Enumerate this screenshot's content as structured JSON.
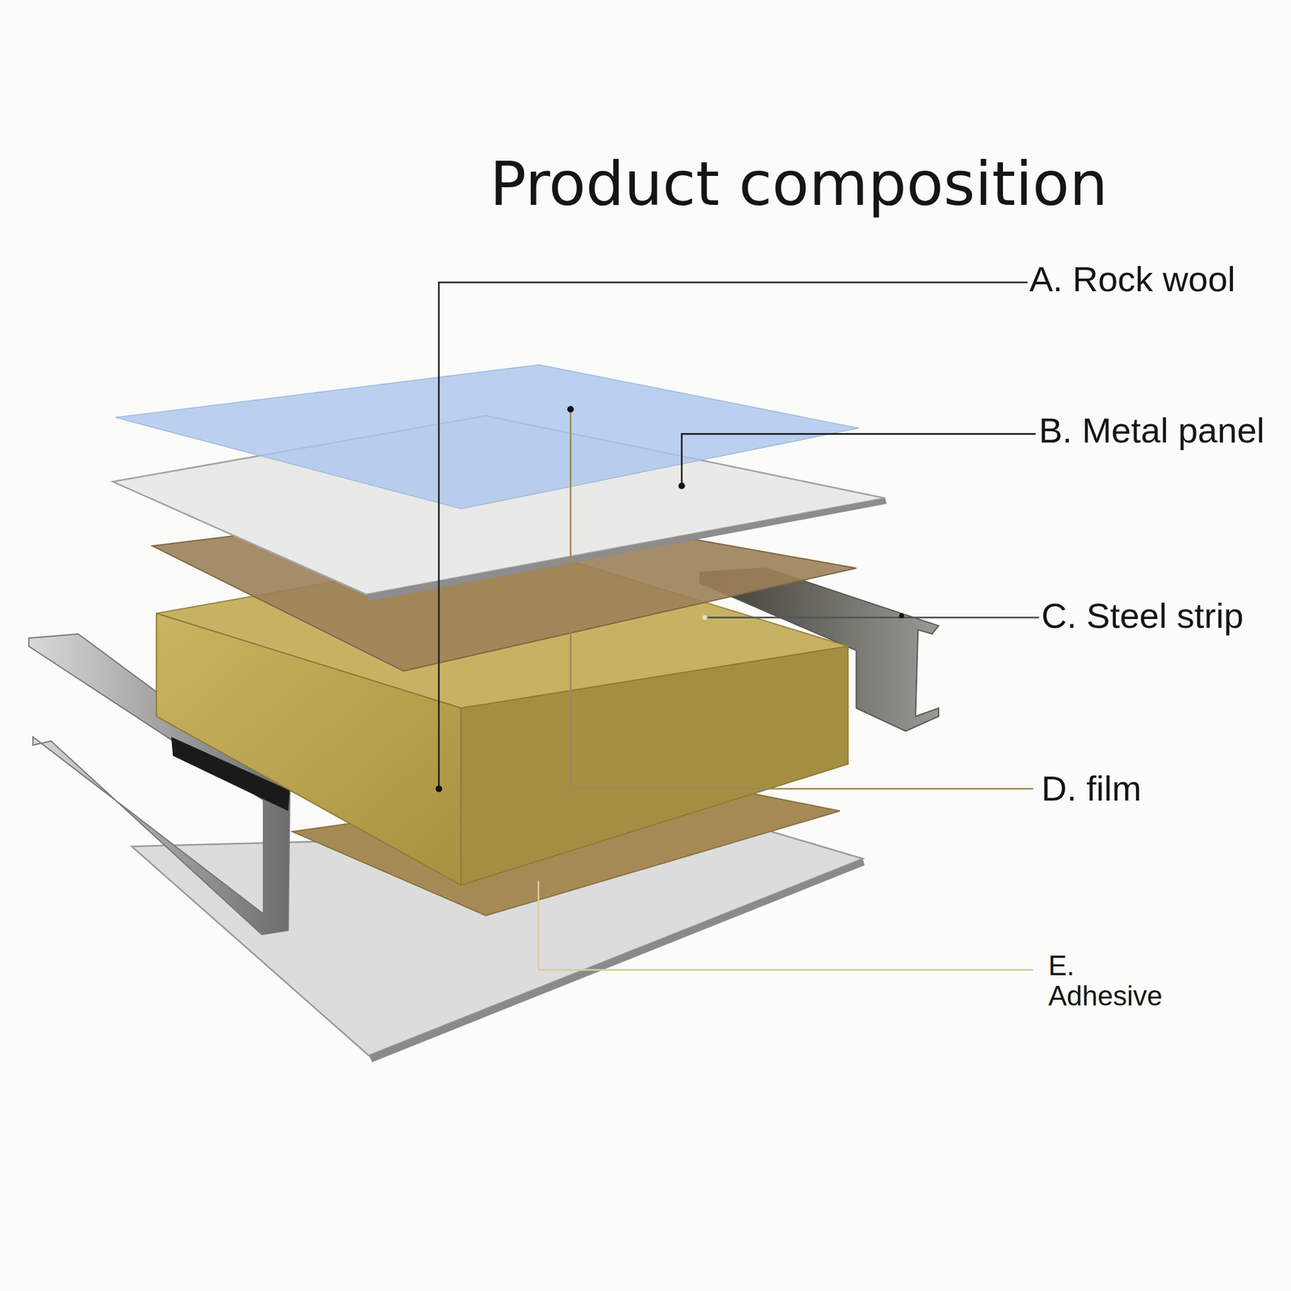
{
  "diagram": {
    "title": "Product composition",
    "labels": [
      "A. Rock wool",
      "B. Metal panel",
      "C. Steel strip",
      "D. film",
      "E. Adhesive"
    ]
  }
}
